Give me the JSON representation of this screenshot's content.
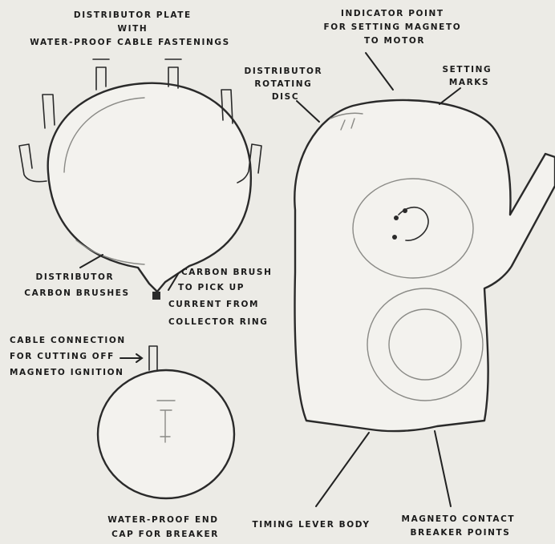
{
  "labels": {
    "distributor_plate": [
      "DISTRIBUTOR PLATE",
      "WITH",
      "WATER-PROOF CABLE FASTENINGS"
    ],
    "indicator_point": [
      "INDICATOR POINT",
      "FOR SETTING MAGNETO",
      "TO MOTOR"
    ],
    "distributor_rotating_disc": [
      "DISTRIBUTOR",
      "ROTATING",
      "DISC"
    ],
    "setting_marks": [
      "SETTING",
      "MARKS"
    ],
    "distributor_carbon_brushes": [
      "DISTRIBUTOR",
      "CARBON BRUSHES"
    ],
    "carbon_brush": [
      "CARBON BRUSH",
      "TO PICK UP",
      "CURRENT FROM",
      "COLLECTOR RING"
    ],
    "cable_connection": [
      "CABLE CONNECTION",
      "FOR CUTTING OFF",
      "MAGNETO IGNITION"
    ],
    "water_proof_end_cap": [
      "WATER-PROOF END",
      "CAP FOR BREAKER"
    ],
    "timing_lever_body": [
      "TIMING LEVER BODY"
    ],
    "magneto_contact_breaker_points": [
      "MAGNETO CONTACT",
      "BREAKER POINTS"
    ]
  },
  "colors": {
    "paper": "#ecebe6",
    "ink": "#1b1b1b"
  }
}
